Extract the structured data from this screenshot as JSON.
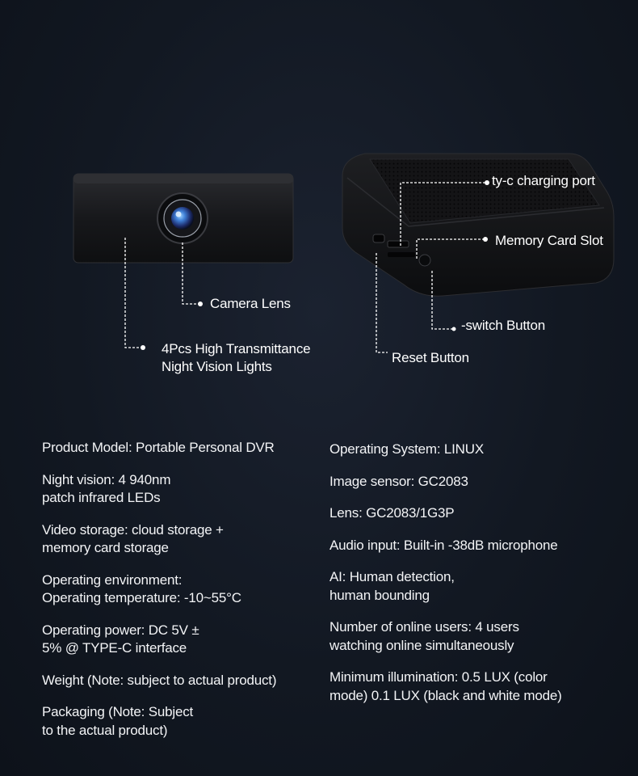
{
  "callouts": {
    "camera_lens": "Camera Lens",
    "night_lights": "4Pcs High Transmittance\nNight Vision Lights",
    "charging_port": "ty-c charging port",
    "memory_slot": "Memory Card Slot",
    "switch_button": "-switch Button",
    "reset_button": "Reset Button"
  },
  "specs_left": [
    "Product Model: Portable Personal DVR",
    "Night vision: 4 940nm\npatch infrared LEDs",
    "Video storage: cloud storage +\nmemory card storage",
    "Operating environment:\nOperating temperature: -10~55°C",
    "Operating power: DC 5V ±\n5% @ TYPE-C interface",
    "Weight (Note: subject to actual product)",
    "Packaging (Note: Subject\nto the actual product)"
  ],
  "specs_right": [
    "Operating System: LINUX",
    "Image sensor: GC2083",
    "Lens: GC2083/1G3P",
    "Audio input: Built-in -38dB microphone",
    "AI: Human detection,\nhuman bounding",
    "Number of online users: 4 users\nwatching online simultaneously",
    "Minimum illumination: 0.5 LUX (color\nmode) 0.1 LUX (black and white mode)"
  ],
  "colors": {
    "background": "#121822",
    "device_body": "#1c1d20",
    "callout_line": "#ffffff",
    "lens_iris": "#3f7fd6"
  }
}
